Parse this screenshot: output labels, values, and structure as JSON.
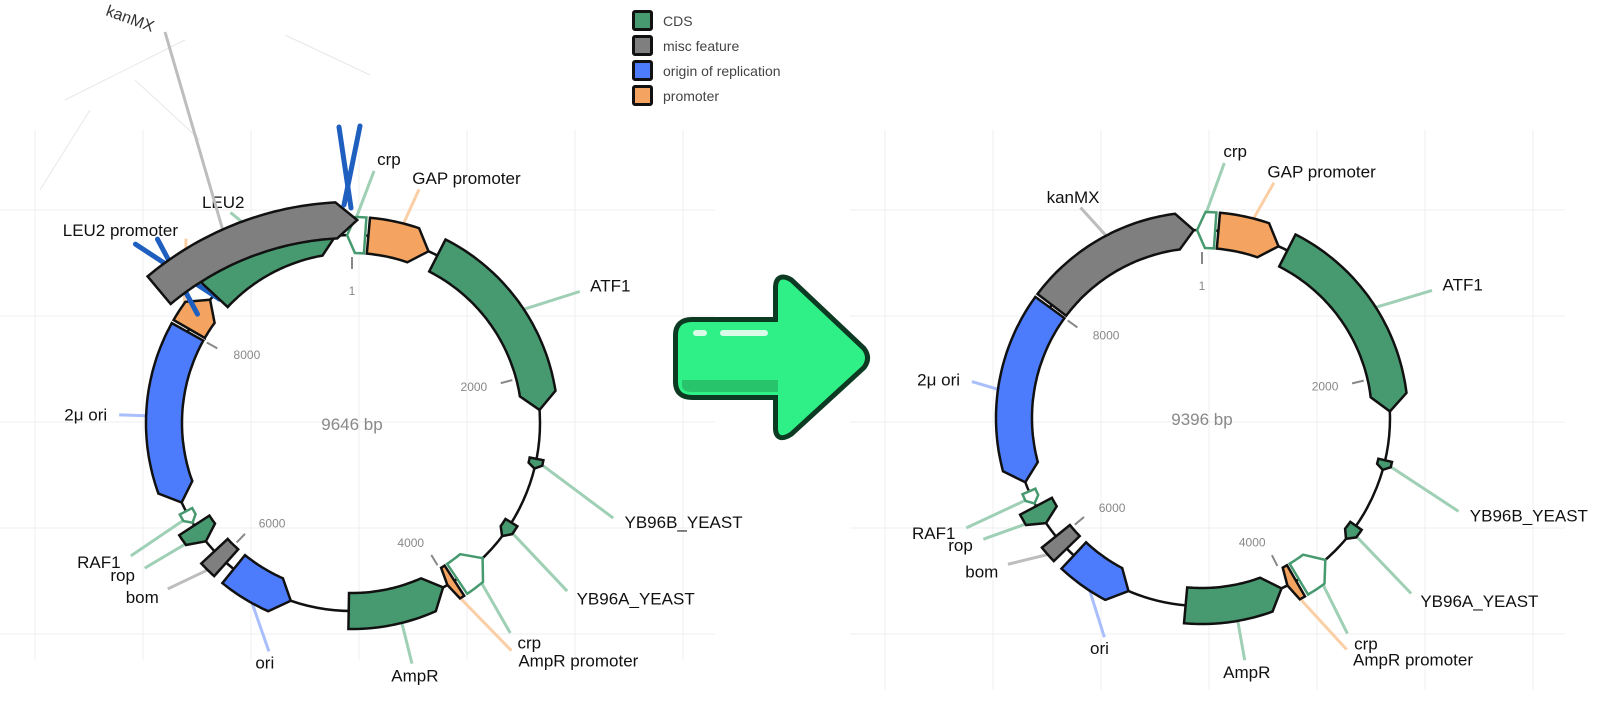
{
  "legend": {
    "items": [
      {
        "label": "CDS",
        "color": "#479a6f"
      },
      {
        "label": "misc feature",
        "color": "#7f7f7f"
      },
      {
        "label": "origin of replication",
        "color": "#4c7cfc"
      },
      {
        "label": "promoter",
        "color": "#f4a460"
      }
    ]
  },
  "transition_arrow": {
    "icon": "right-arrow-icon",
    "color": "#2ff087",
    "outline": "#0d3a22"
  },
  "maps": [
    {
      "id": "before",
      "length_label": "9646 bp",
      "ticks": [
        {
          "label": "1",
          "angle": 0
        },
        {
          "label": "2000",
          "angle": 75
        },
        {
          "label": "4000",
          "angle": 149
        },
        {
          "label": "6000",
          "angle": 224
        },
        {
          "label": "8000",
          "angle": 299
        }
      ],
      "features": [
        {
          "name": "crp",
          "type": "CDS",
          "start_angle": -1.5,
          "end_angle": 4,
          "dir": -1,
          "hollow": true,
          "label_angle": 5,
          "label_r": 265,
          "label_anchor": "start",
          "label_dx": 2
        },
        {
          "name": "GAP promoter",
          "type": "promoter",
          "start_angle": 5,
          "end_angle": 24,
          "dir": 1,
          "label_angle": 16,
          "label_r": 255,
          "label_anchor": "start",
          "label_dx": -10
        },
        {
          "name": "ATF1",
          "type": "CDS",
          "start_angle": 27,
          "end_angle": 86,
          "dir": 1,
          "label_angle": 60,
          "label_r": 275,
          "label_anchor": "start"
        },
        {
          "name": "YB96B_YEAST",
          "type": "CDS",
          "start_angle": 101,
          "end_angle": 104,
          "dir": 1,
          "thin": true,
          "label_angle": 110,
          "label_r": 290,
          "label_anchor": "start"
        },
        {
          "name": "YB96A_YEAST",
          "type": "CDS",
          "start_angle": 122,
          "end_angle": 127,
          "dir": 1,
          "thin": true,
          "label_angle": 128,
          "label_r": 285,
          "label_anchor": "start"
        },
        {
          "name": "crp",
          "type": "CDS",
          "start_angle": 136,
          "end_angle": 146,
          "dir": -1,
          "hollow": true,
          "label_angle": 143,
          "label_r": 275,
          "label_anchor": "start"
        },
        {
          "name": "AmpR promoter",
          "type": "promoter",
          "start_angle": 147,
          "end_angle": 149.5,
          "dir": 1,
          "label_angle": 145,
          "label_r": 290,
          "label_anchor": "start"
        },
        {
          "name": "AmpR",
          "type": "CDS",
          "start_angle": 151,
          "end_angle": 181,
          "dir": -1,
          "label_angle": 166,
          "label_r": 260,
          "label_anchor": "middle"
        },
        {
          "name": "ori",
          "type": "origin of replication",
          "start_angle": 199,
          "end_angle": 219,
          "dir": -1,
          "label_angle": 200,
          "label_r": 255,
          "label_anchor": "middle"
        },
        {
          "name": "bom",
          "type": "misc feature",
          "start_angle": 222,
          "end_angle": 227,
          "dir": 0,
          "label_angle": 228,
          "label_r": 260,
          "label_anchor": "end"
        },
        {
          "name": "rop",
          "type": "CDS",
          "start_angle": 231,
          "end_angle": 237,
          "dir": -1,
          "label_angle": 235,
          "label_r": 265,
          "label_anchor": "end"
        },
        {
          "name": "RAF1",
          "type": "CDS",
          "start_angle": 238,
          "end_angle": 242,
          "dir": -1,
          "hollow": true,
          "thin": true,
          "label_angle": 239,
          "label_r": 270,
          "label_anchor": "end"
        },
        {
          "name": "2μ ori",
          "type": "origin of replication",
          "start_angle": 245,
          "end_angle": 299,
          "dir": -1,
          "label_angle": 272,
          "label_r": 245,
          "label_anchor": "end"
        },
        {
          "name": "LEU2 promoter",
          "type": "promoter",
          "start_angle": 300,
          "end_angle": 311,
          "dir": 1,
          "label_angle": 318,
          "label_r": 260,
          "label_anchor": "end",
          "crossed": true
        },
        {
          "name": "LEU2",
          "type": "CDS",
          "start_angle": 313,
          "end_angle": 355,
          "dir": 1,
          "label_angle": 330,
          "label_r": 255,
          "label_anchor": "end",
          "label_dx": 20
        }
      ],
      "excised": {
        "name": "kanMX",
        "type": "misc feature"
      }
    },
    {
      "id": "after",
      "length_label": "9396 bp",
      "ticks": [
        {
          "label": "1",
          "angle": 0
        },
        {
          "label": "2000",
          "angle": 77
        },
        {
          "label": "4000",
          "angle": 153
        },
        {
          "label": "6000",
          "angle": 230
        },
        {
          "label": "8000",
          "angle": 306
        }
      ],
      "features": [
        {
          "name": "crp",
          "type": "CDS",
          "start_angle": -1.5,
          "end_angle": 4,
          "dir": -1,
          "hollow": true,
          "label_angle": 5,
          "label_r": 268,
          "label_anchor": "start",
          "label_dx": -2
        },
        {
          "name": "GAP promoter",
          "type": "promoter",
          "start_angle": 5,
          "end_angle": 24,
          "dir": 1,
          "label_angle": 17,
          "label_r": 258,
          "label_anchor": "start",
          "label_dx": -10
        },
        {
          "name": "kanMX",
          "type": "misc feature",
          "start_angle": 307,
          "end_angle": 357.5,
          "dir": 1,
          "label_angle": 330,
          "label_r": 255,
          "label_anchor": "end",
          "label_dx": 25
        },
        {
          "name": "ATF1",
          "type": "CDS",
          "start_angle": 27,
          "end_angle": 88,
          "dir": 1,
          "label_angle": 61,
          "label_r": 275,
          "label_anchor": "start"
        },
        {
          "name": "YB96B_YEAST",
          "type": "CDS",
          "start_angle": 103,
          "end_angle": 106,
          "dir": 1,
          "thin": true,
          "label_angle": 110,
          "label_r": 285,
          "label_anchor": "start"
        },
        {
          "name": "YB96A_YEAST",
          "type": "CDS",
          "start_angle": 125,
          "end_angle": 130,
          "dir": 1,
          "thin": true,
          "label_angle": 130,
          "label_r": 285,
          "label_anchor": "start"
        },
        {
          "name": "crp",
          "type": "CDS",
          "start_angle": 139,
          "end_angle": 149,
          "dir": -1,
          "hollow": true,
          "label_angle": 146,
          "label_r": 272,
          "label_anchor": "start"
        },
        {
          "name": "AmpR promoter",
          "type": "promoter",
          "start_angle": 150,
          "end_angle": 153,
          "dir": 1,
          "label_angle": 148,
          "label_r": 285,
          "label_anchor": "start"
        },
        {
          "name": "AmpR",
          "type": "CDS",
          "start_angle": 155,
          "end_angle": 185,
          "dir": -1,
          "label_angle": 170,
          "label_r": 258,
          "label_anchor": "middle"
        },
        {
          "name": "ori",
          "type": "origin of replication",
          "start_angle": 203,
          "end_angle": 223,
          "dir": -1,
          "label_angle": 204,
          "label_r": 252,
          "label_anchor": "middle"
        },
        {
          "name": "bom",
          "type": "misc feature",
          "start_angle": 226,
          "end_angle": 231,
          "dir": 0,
          "label_angle": 233,
          "label_r": 255,
          "label_anchor": "end"
        },
        {
          "name": "rop",
          "type": "CDS",
          "start_angle": 236,
          "end_angle": 242,
          "dir": -1,
          "label_angle": 241,
          "label_r": 262,
          "label_anchor": "end"
        },
        {
          "name": "RAF1",
          "type": "CDS",
          "start_angle": 243,
          "end_angle": 247,
          "dir": -1,
          "hollow": true,
          "thin": true,
          "label_angle": 245,
          "label_r": 272,
          "label_anchor": "end"
        },
        {
          "name": "2μ ori",
          "type": "origin of replication",
          "start_angle": 250,
          "end_angle": 306,
          "dir": -1,
          "label_angle": 279,
          "label_r": 245,
          "label_anchor": "end"
        }
      ]
    }
  ]
}
